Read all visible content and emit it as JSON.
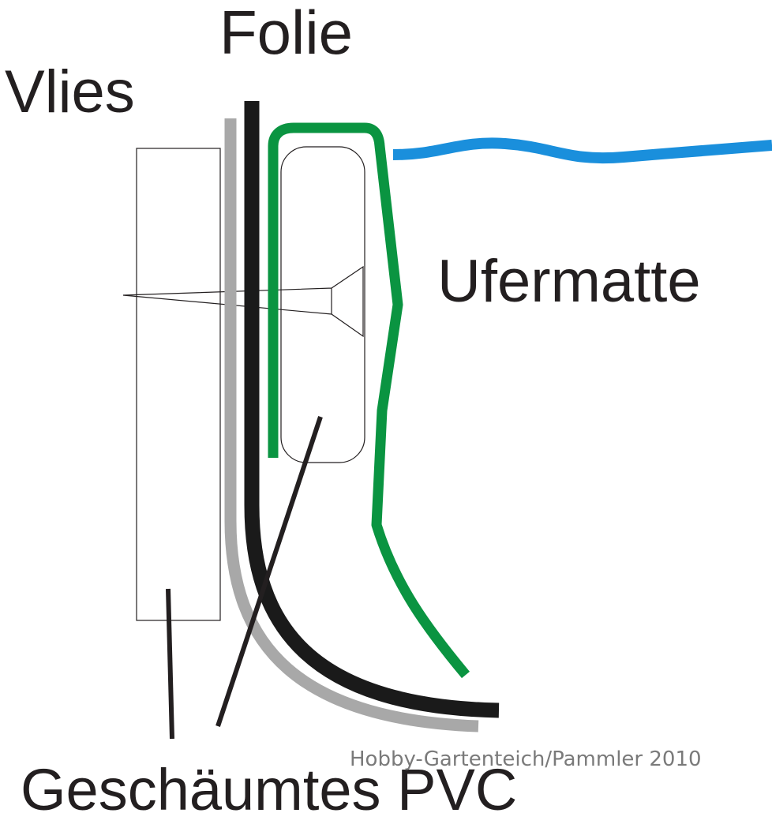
{
  "labels": {
    "folie": "Folie",
    "vlies": "Vlies",
    "ufermatte": "Ufermatte",
    "pvc": "Geschäumtes PVC"
  },
  "credit": "Hobby-Gartenteich/Pammler 2010",
  "colors": {
    "text": "#231f20",
    "folie_line": "#1a1a1a",
    "vlies_line": "#a8a8a8",
    "ufermatte_line": "#0a9441",
    "water_line": "#1a8fdc",
    "outline": "#231f20",
    "credit_text": "#7a7a7a",
    "background": "#ffffff"
  }
}
